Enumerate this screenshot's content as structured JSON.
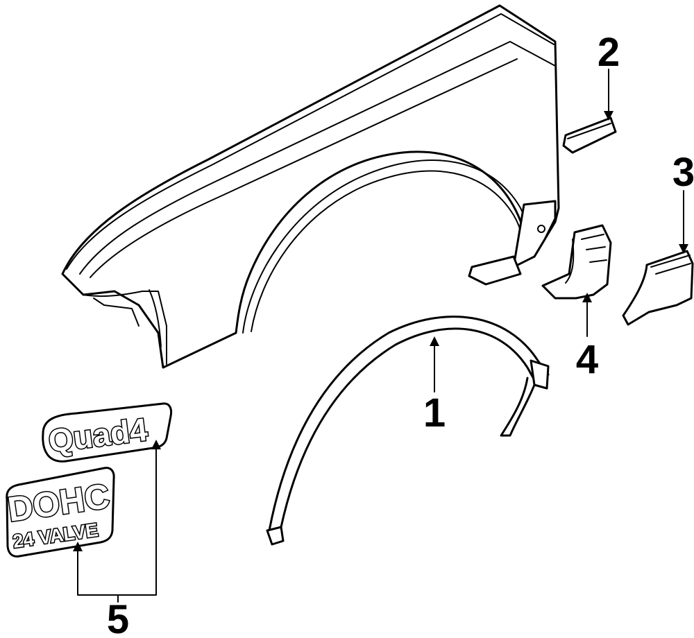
{
  "callouts": [
    {
      "id": "1",
      "label": "1"
    },
    {
      "id": "2",
      "label": "2"
    },
    {
      "id": "3",
      "label": "3"
    },
    {
      "id": "4",
      "label": "4"
    },
    {
      "id": "5",
      "label": "5"
    }
  ],
  "emblems": {
    "quad4": "Quad4",
    "dohc": "DOHC",
    "valve": "24 VALVE"
  }
}
